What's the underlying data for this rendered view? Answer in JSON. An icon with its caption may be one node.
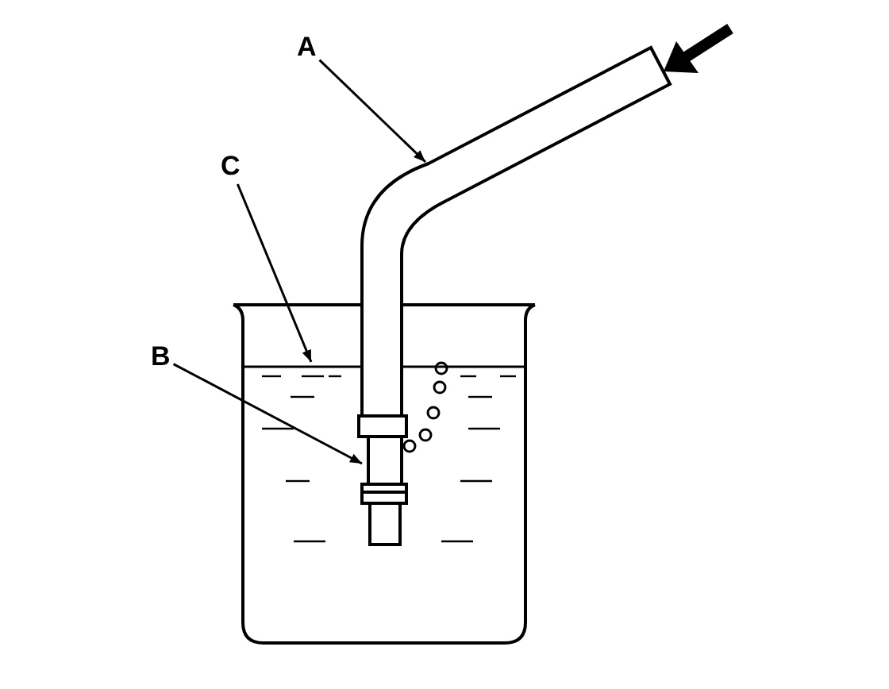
{
  "diagram": {
    "nodes": [
      {
        "text": [
          "A"
        ]
      },
      {
        "text": [],
        "shape": "tube"
      },
      {
        "text": [
          "C"
        ]
      },
      {
        "text": [],
        "shape": "water"
      },
      {
        "text": [
          "B"
        ]
      },
      {
        "text": [],
        "shape": "valve",
        "in": 3
      }
    ],
    "edges": [
      {
        "from": 0,
        "to": 1,
        "arrow": "to"
      },
      {
        "from": 2,
        "to": 3,
        "arrow": "to"
      },
      {
        "from": 4,
        "to": 5,
        "arrow": "to"
      }
    ]
  }
}
